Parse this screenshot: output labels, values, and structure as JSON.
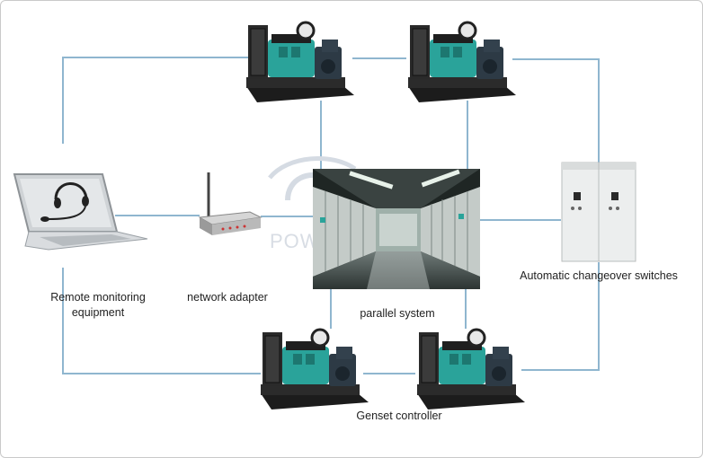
{
  "labels": {
    "remote_monitoring": "Remote monitoring",
    "remote_equipment": "equipment",
    "network_adapter": "network adapter",
    "parallel_system": "parallel system",
    "ats": "Automatic changeover switches",
    "genset_controller": "Genset controller"
  },
  "watermark": "POWERBU",
  "colors": {
    "wire": "#8fb6cf",
    "engine": "#2aa39a",
    "frame": "#1c1c1c",
    "cabinet": "#e9ecec"
  }
}
